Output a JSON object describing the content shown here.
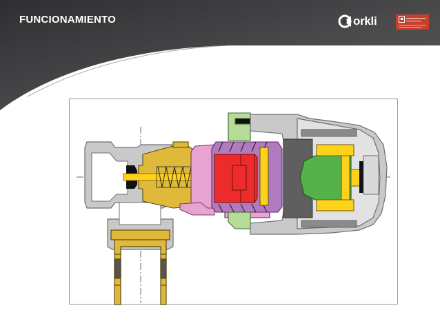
{
  "slide": {
    "title": "FUNCIONAMIENTO"
  },
  "logos": {
    "orkli_text": "orkli"
  },
  "colors": {
    "header_dark": "#3a3a3c",
    "header_mid": "#58585a",
    "body_grey": "#c9c9c9",
    "brass": "#e0b93a",
    "pink": "#e8a4d0",
    "purple": "#b27bc0",
    "red": "#ee2b2b",
    "green": "#55b24a",
    "light_green": "#b7dc9a",
    "yellow": "#ffd21a",
    "dark_grey": "#5f5f5f",
    "partner_red": "#c8402c"
  },
  "diagram": {
    "subject": "thermostatic-valve-cross-section"
  }
}
